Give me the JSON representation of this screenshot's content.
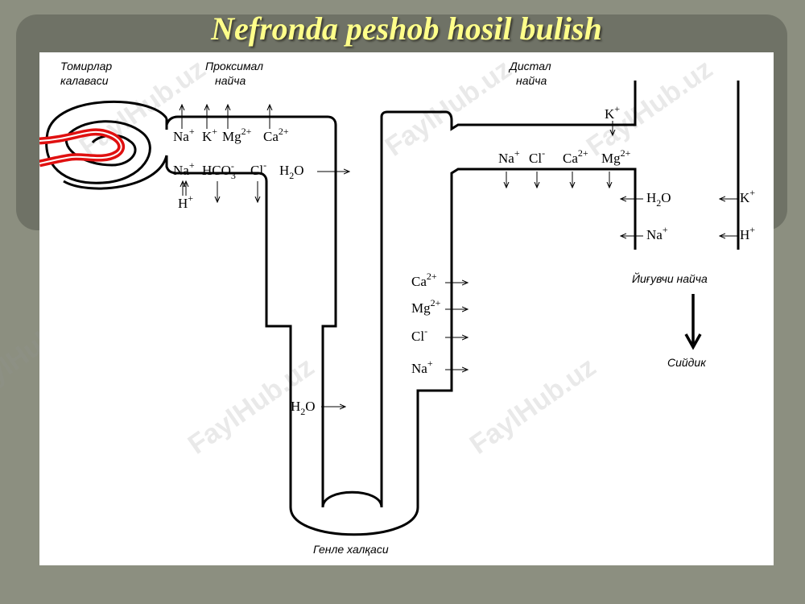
{
  "slide": {
    "title": "Nefronda peshob hosil bulish"
  },
  "watermark": "FaylHub.uz",
  "colors": {
    "slide_bg": "#8c8f80",
    "title_band": "#6f7266",
    "title_text": "#ffff8a",
    "glomerulus": "#e01010"
  },
  "labels": {
    "glomerulus": [
      "Томирлар",
      "калаваси"
    ],
    "proximal": [
      "Проксимал",
      "найча"
    ],
    "distal": [
      "Дистал",
      "найча"
    ],
    "collecting": "Йиғувчи найча",
    "urine": "Сийдик",
    "henle": "Генле халқаси"
  },
  "ions": {
    "proximal_top": [
      {
        "base": "Na",
        "sup": "+"
      },
      {
        "base": "K",
        "sup": "+"
      },
      {
        "base": "Mg",
        "sup": "2+"
      },
      {
        "base": "Ca",
        "sup": "2+"
      }
    ],
    "proximal_bottom": [
      {
        "base": "Na",
        "sup": "+"
      },
      {
        "base": "HCO",
        "sub": "3",
        "sup": "-"
      },
      {
        "base": "Cl",
        "sup": "-"
      },
      {
        "base": "H",
        "sub": "2",
        "tail": "O"
      }
    ],
    "proximal_secreted": {
      "base": "H",
      "sup": "+"
    },
    "descending": {
      "base": "H",
      "sub": "2",
      "tail": "O"
    },
    "ascending": [
      {
        "base": "Ca",
        "sup": "2+"
      },
      {
        "base": "Mg",
        "sup": "2+"
      },
      {
        "base": "Cl",
        "sup": "-"
      },
      {
        "base": "Na",
        "sup": "+"
      }
    ],
    "distal_top": {
      "base": "K",
      "sup": "+"
    },
    "distal_bottom": [
      {
        "base": "Na",
        "sup": "+"
      },
      {
        "base": "Cl",
        "sup": "-"
      },
      {
        "base": "Ca",
        "sup": "2+"
      },
      {
        "base": "Mg",
        "sup": "2+"
      }
    ],
    "collecting_left": [
      {
        "base": "H",
        "sub": "2",
        "tail": "O"
      },
      {
        "base": "Na",
        "sup": "+"
      }
    ],
    "collecting_right": [
      {
        "base": "K",
        "sup": "+"
      },
      {
        "base": "H",
        "sup": "+"
      }
    ]
  }
}
